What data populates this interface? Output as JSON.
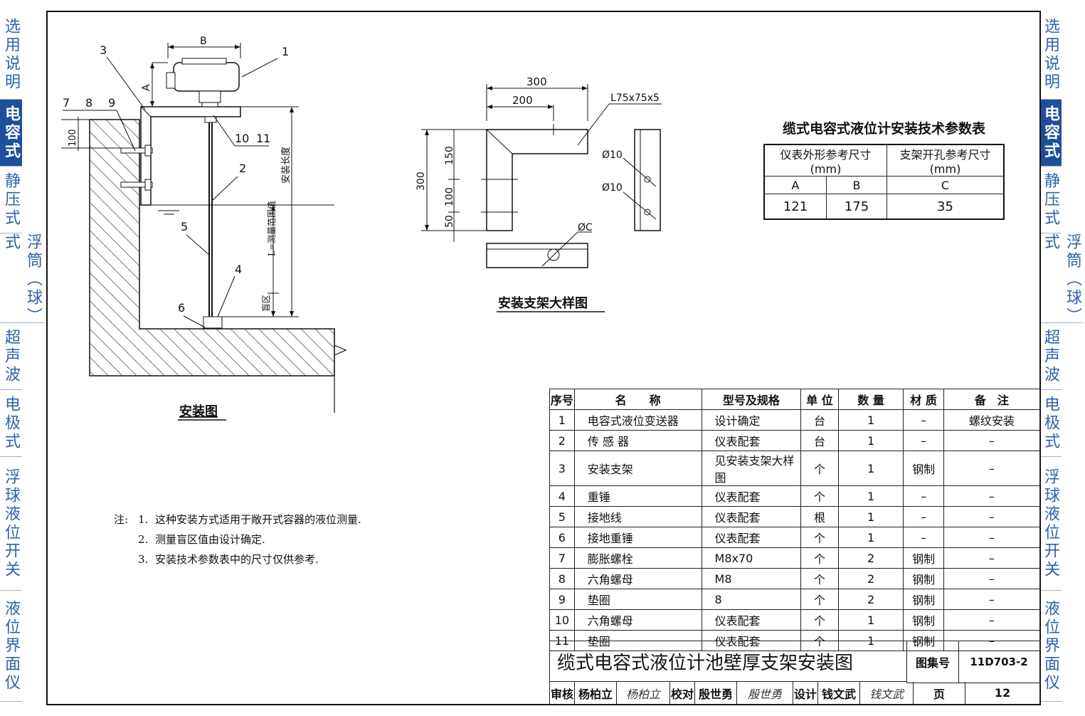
{
  "left_tabs": [
    {
      "text": "选用说明",
      "active": false
    },
    {
      "text": "电容式",
      "active": true
    },
    {
      "text": "静压式",
      "active": false
    },
    {
      "text": "浮筒（球）式",
      "active": false
    },
    {
      "text": "超声波",
      "active": false
    },
    {
      "text": "电极式",
      "active": false
    },
    {
      "text": "浮球液位开关",
      "active": false
    },
    {
      "text": "液位界面仪",
      "active": false
    }
  ],
  "install": {
    "title": "安装图",
    "dim_B": "B",
    "dim_A": "A",
    "dim_100": "100",
    "install_length": "安装长度",
    "measure_range": "L=测量范围值",
    "blind_zone": "盲区",
    "callouts": [
      "1",
      "2",
      "3",
      "4",
      "5",
      "6",
      "7",
      "8",
      "9",
      "10",
      "11"
    ]
  },
  "bracket": {
    "title": "安装支架大样图",
    "dim_300_top": "300",
    "dim_200": "200",
    "dim_300_side": "300",
    "dim_150": "150",
    "dim_100": "100",
    "dim_50": "50",
    "angle_steel": "L75x75x5",
    "hole1": "Ø10",
    "hole2": "Ø10",
    "hole3": "ØC"
  },
  "params": {
    "title": "缆式电容式液位计安装技术参数表",
    "header1": "仪表外形参考尺寸(mm)",
    "header2": "支架开孔参考尺寸(mm)",
    "col_a": "A",
    "col_b": "B",
    "col_c": "C",
    "val_a": "121",
    "val_b": "175",
    "val_c": "35"
  },
  "notes": {
    "label": "注:",
    "items": [
      "这种安装方式适用于敞开式容器的液位测量.",
      "测量盲区值由设计确定.",
      "安装技术参数表中的尺寸仅供参考."
    ]
  },
  "parts": {
    "headers": [
      "序号",
      "名　　称",
      "型号及规格",
      "单 位",
      "数 量",
      "材 质",
      "备　注"
    ],
    "rows": [
      [
        "1",
        "电容式液位变送器",
        "设计确定",
        "台",
        "1",
        "–",
        "螺纹安装"
      ],
      [
        "2",
        "传 感 器",
        "仪表配套",
        "台",
        "1",
        "–",
        "–"
      ],
      [
        "3",
        "安装支架",
        "见安装支架大样图",
        "个",
        "1",
        "钢制",
        "–"
      ],
      [
        "4",
        "重锤",
        "仪表配套",
        "个",
        "1",
        "–",
        "–"
      ],
      [
        "5",
        "接地线",
        "仪表配套",
        "根",
        "1",
        "–",
        "–"
      ],
      [
        "6",
        "接地重锤",
        "仪表配套",
        "个",
        "1",
        "–",
        "–"
      ],
      [
        "7",
        "膨胀螺栓",
        "M8x70",
        "个",
        "2",
        "钢制",
        "–"
      ],
      [
        "8",
        "六角螺母",
        "M8",
        "个",
        "2",
        "钢制",
        "–"
      ],
      [
        "9",
        "垫圈",
        "8",
        "个",
        "2",
        "钢制",
        "–"
      ],
      [
        "10",
        "六角螺母",
        "仪表配套",
        "个",
        "1",
        "钢制",
        "–"
      ],
      [
        "11",
        "垫圈",
        "仪表配套",
        "个",
        "1",
        "钢制",
        "–"
      ]
    ]
  },
  "title_block": {
    "title": "缆式电容式液位计池壁厚支架安装图",
    "atlas_label": "图集号",
    "atlas_no": "11D703-2",
    "review_label": "审核",
    "reviewer": "杨柏立",
    "review_sig": "杨柏立",
    "check_label": "校对",
    "checker": "殷世勇",
    "check_sig": "殷世勇",
    "design_label": "设计",
    "designer": "钱文武",
    "design_sig": "钱文武",
    "page_label": "页",
    "page_no": "12"
  }
}
